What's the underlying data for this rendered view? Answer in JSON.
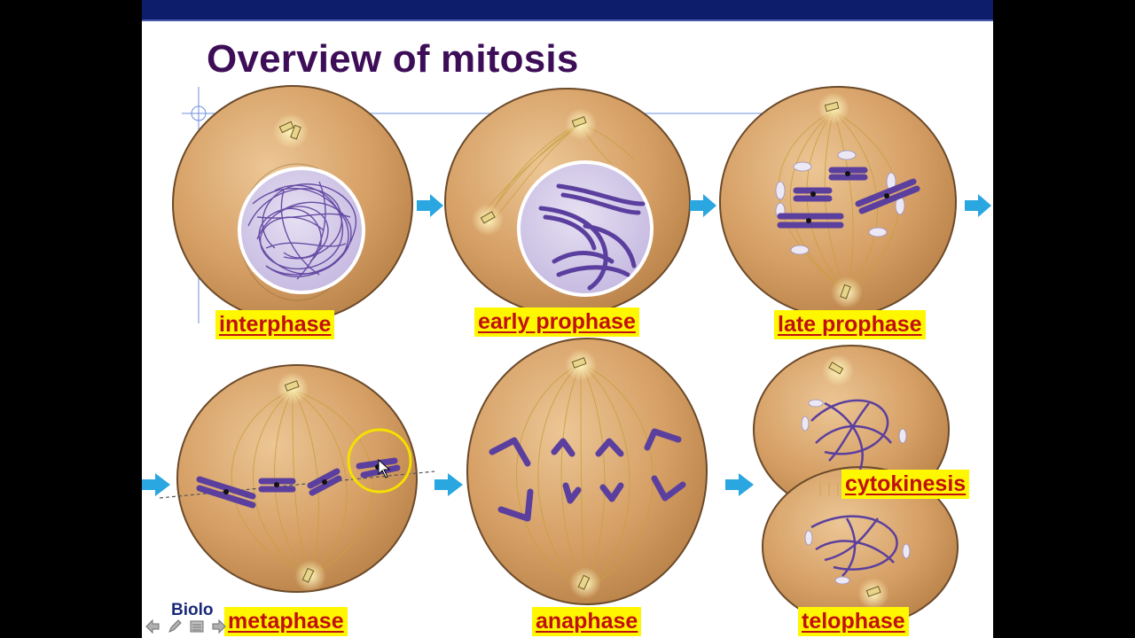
{
  "slide": {
    "title": "Overview of mitosis",
    "bottom_text": "Biolo"
  },
  "phases": [
    {
      "label": "interphase"
    },
    {
      "label": "early prophase"
    },
    {
      "label": "late prophase"
    },
    {
      "label": "metaphase"
    },
    {
      "label": "anaphase"
    },
    {
      "label": "telophase"
    },
    {
      "label": "cytokinesis"
    }
  ],
  "colors": {
    "header_bar": "#0d1d6b",
    "title": "#3d0e57",
    "label_background": "#fff700",
    "label_text": "#c01010",
    "cell_fill": "#d8a36a",
    "chromosome": "#5b3f9e",
    "arrow": "#2aa6e0"
  },
  "icons": [
    "arrow-left-icon",
    "pen-icon",
    "menu-icon",
    "arrow-right-icon"
  ]
}
